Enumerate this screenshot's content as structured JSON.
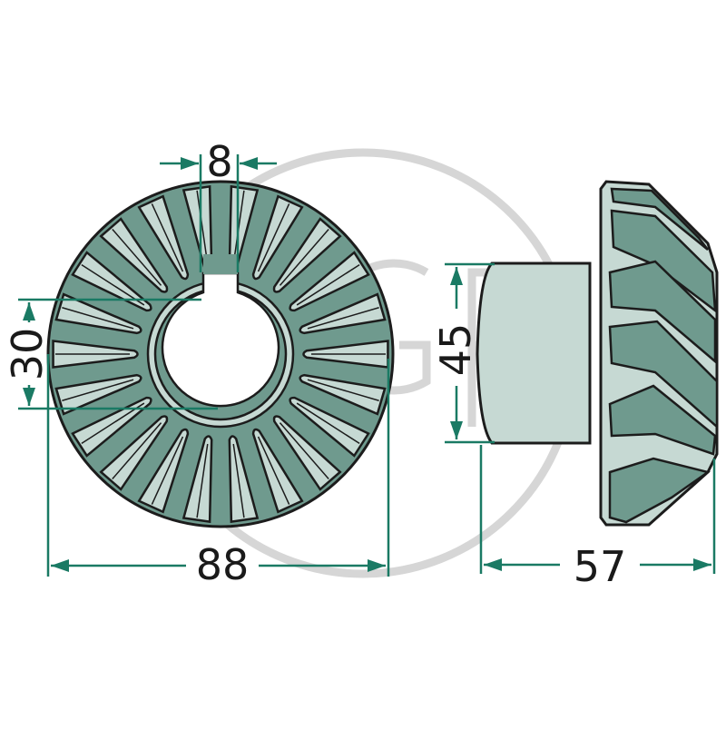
{
  "drawing": {
    "subject": "Bevel gear with keyed bore",
    "watermark": "AGP",
    "colors": {
      "gear_dark": "#6f9a8e",
      "gear_light": "#c6d9d3",
      "outline": "#1c1c1c",
      "dimension_line": "#1a7a64",
      "watermark": "#d4d4d4",
      "background": "#ffffff"
    },
    "front_view": {
      "teeth_count": 22,
      "dimensions": {
        "keyway_width": {
          "label": "8",
          "unit": "mm"
        },
        "bore_diameter": {
          "label": "30",
          "unit": "mm"
        },
        "outer_diameter": {
          "label": "88",
          "unit": "mm"
        }
      }
    },
    "side_view": {
      "dimensions": {
        "hub_diameter": {
          "label": "45",
          "unit": "mm"
        },
        "overall_length": {
          "label": "57",
          "unit": "mm"
        }
      }
    }
  }
}
